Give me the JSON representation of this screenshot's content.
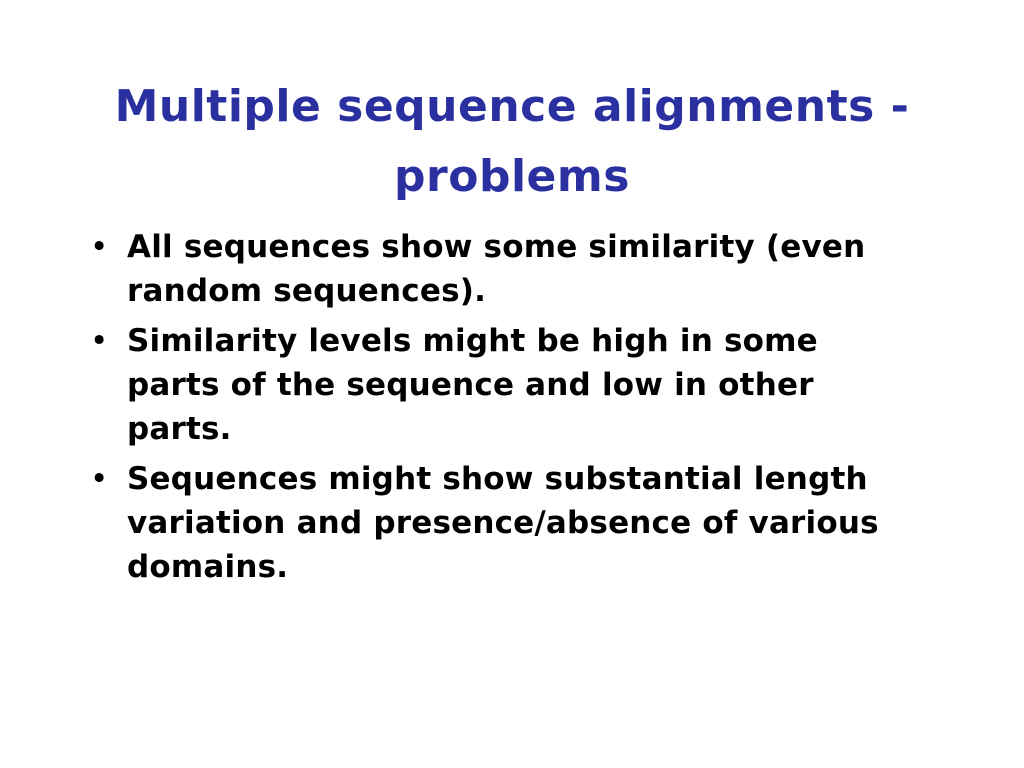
{
  "slide": {
    "title": "Multiple sequence alignments - problems",
    "bullet_glyph": "•",
    "bullets": [
      "All sequences show some similarity (even random sequences).",
      "Similarity levels might be high in some parts of the sequence and low in other parts.",
      "Sequences might show substantial length variation and presence/absence of various domains."
    ]
  },
  "colors": {
    "title": "#2b30a0",
    "body_text": "#000000",
    "background": "#ffffff"
  }
}
